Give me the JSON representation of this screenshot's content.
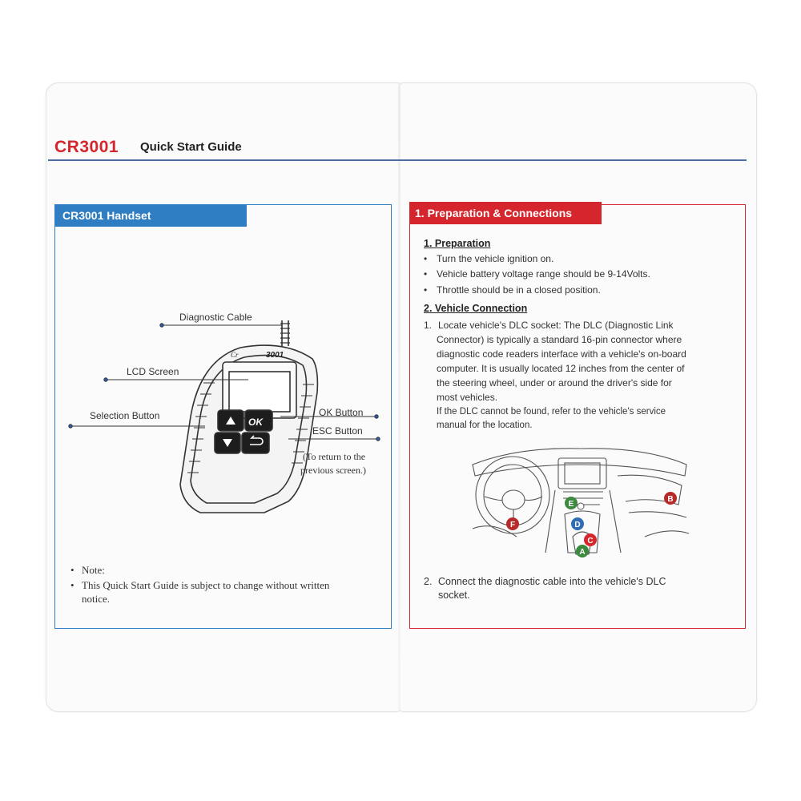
{
  "header": {
    "model": "CR3001",
    "title": "Quick Start Guide"
  },
  "left": {
    "heading": "CR3001 Handset",
    "callouts": {
      "cable": "Diagnostic Cable",
      "lcd": "LCD Screen",
      "selection": "Selection Button",
      "ok": "OK Button",
      "esc": "ESC Button",
      "return_line1": "(To return to the",
      "return_line2": "previous screen.)"
    },
    "device": {
      "brand": "Cr",
      "model": "3001",
      "ok_key": "OK"
    },
    "note_label": "Note:",
    "note_line1": "This Quick Start Guide is subject to change without written",
    "note_line2": "notice."
  },
  "right": {
    "heading": "1. Preparation & Connections",
    "prep_title": "1. Preparation",
    "prep_items": [
      "Turn the vehicle ignition on.",
      "Vehicle battery voltage range should be 9-14Volts.",
      "Throttle should be in a closed position."
    ],
    "conn_title": "2. Vehicle Connection",
    "step1_num": "1.",
    "step1_lines": [
      "Locate vehicle's DLC socket: The DLC (Diagnostic Link",
      "Connector) is typically a standard 16-pin connector where",
      "diagnostic code readers interface with a vehicle's on-board",
      "computer. It is usually located 12 inches from the center of",
      "the steering wheel, under or around the driver's side for",
      "most vehicles."
    ],
    "step1_note_lines": [
      "If the DLC cannot be found, refer to the vehicle's service",
      "manual for the location."
    ],
    "markers": {
      "a": "A",
      "b": "B",
      "c": "C",
      "d": "D",
      "e": "E",
      "f": "F"
    },
    "step2_num": "2.",
    "step2_lines": [
      "Connect the diagnostic cable into the vehicle's DLC",
      "socket."
    ]
  },
  "colors": {
    "red": "#d5262d",
    "blue": "#2f7dc2",
    "green": "#3b8a3e",
    "marker_blue": "#2f6db5"
  }
}
